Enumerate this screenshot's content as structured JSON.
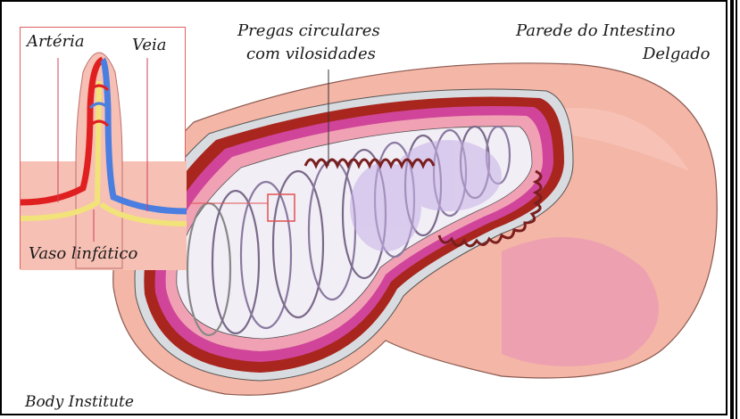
{
  "labels": {
    "arteria": "Artéria",
    "veia": "Veia",
    "vaso_linfatico": "Vaso linfático",
    "pregas_line1": "Pregas circulares",
    "pregas_line2": "com vilosidades",
    "parede_line1": "Parede do Intestino",
    "parede_line2": "Delgado",
    "credit": "Body Institute"
  },
  "colors": {
    "outer_wall": "#f4b6a6",
    "muscle_red": "#a8261e",
    "mucosa_pink": "#e8a0b0",
    "fold_purple": "#c8a0d8",
    "lumen_white": "#f4f0f6",
    "artery": "#e02020",
    "vein": "#4a7ee0",
    "lymph": "#f2e27a"
  }
}
